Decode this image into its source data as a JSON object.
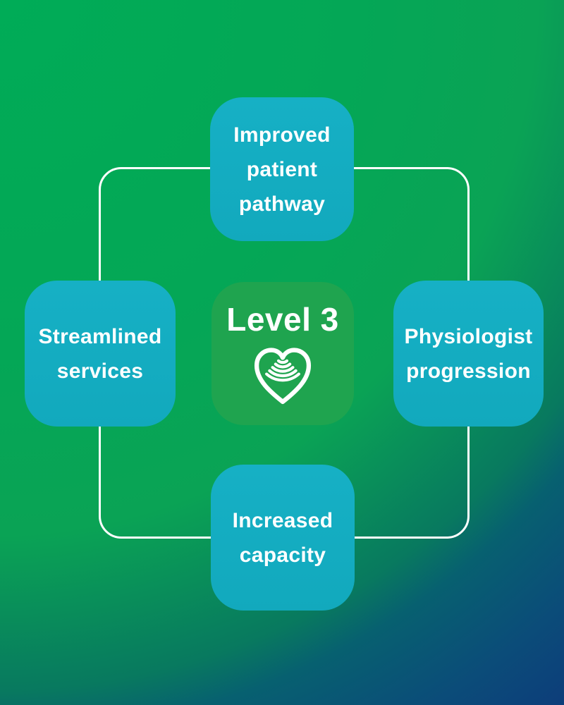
{
  "diagram": {
    "center": {
      "title": "Level 3",
      "icon": "heart-ultrasound-icon",
      "fill": "#1FA44F"
    },
    "nodes": {
      "top": {
        "label": "Improved patient pathway",
        "lines": [
          "Improved",
          "patient",
          "pathway"
        ]
      },
      "left": {
        "label": "Streamlined services",
        "lines": [
          "Streamlined",
          "services"
        ]
      },
      "right": {
        "label": "Physiologist progression",
        "lines": [
          "Physiologist",
          "progression"
        ]
      },
      "bottom": {
        "label": "Increased capacity",
        "lines": [
          "Increased",
          "capacity"
        ]
      }
    },
    "colors": {
      "node_fill": "#14AEC2",
      "center_fill": "#1FA44F",
      "text": "#FFFFFF",
      "connector_outline": "#FFFFFF",
      "background_gradient_stops": [
        "#00AC57",
        "#0AA355",
        "#08795F",
        "#076070",
        "#0D3E7A"
      ]
    }
  }
}
